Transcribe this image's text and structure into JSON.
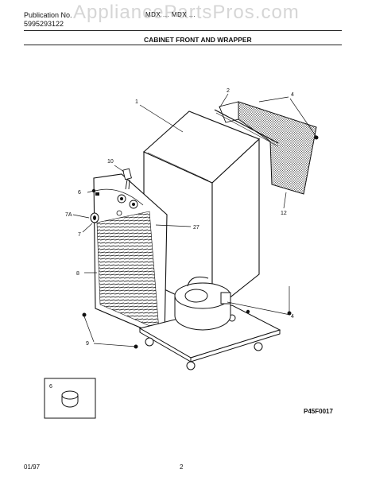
{
  "header": {
    "publication_label": "Publication No.",
    "publication_number": "5995293122",
    "models": "MDX ... MDX ...",
    "section_title": "CABINET FRONT AND WRAPPER"
  },
  "watermark": "AppliancePartsPros.com",
  "callouts": {
    "p1": "1",
    "p2": "2",
    "p4a": "4",
    "p4b": "4",
    "p6": "6",
    "p7": "7",
    "p7a": "7A",
    "p8": "8",
    "p9": "9",
    "p10": "10",
    "p12": "12",
    "p27": "27",
    "p6inset": "6"
  },
  "figure_code": "P45F0017",
  "footer": {
    "date": "01/97",
    "page": "2"
  }
}
